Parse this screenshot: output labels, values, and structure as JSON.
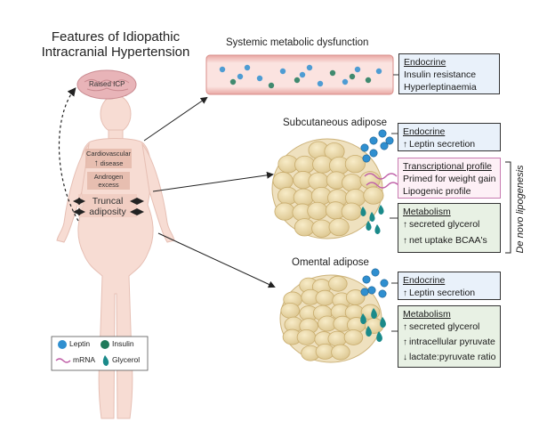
{
  "title_line1": "Features of Idiopathic",
  "title_line2": "Intracranial Hypertension",
  "body_labels": {
    "raised_icp": "Raised ICP",
    "cardiovascular_line1": "Cardiovascular",
    "cardiovascular_line2": "disease",
    "androgen_line1": "Androgen",
    "androgen_line2": "excess",
    "truncal_line1": "Truncal",
    "truncal_line2": "adiposity"
  },
  "systemic": {
    "heading": "Systemic metabolic dysfunction",
    "box_title": "Endocrine",
    "lines": [
      "Insulin resistance",
      "Hyperleptinaemia"
    ]
  },
  "subcutaneous": {
    "heading": "Subcutaneous adipose",
    "endocrine_title": "Endocrine",
    "endocrine_line": "Leptin secretion",
    "transcriptional_title": "Transcriptional profile",
    "transcriptional_lines": [
      "Primed for weight gain",
      "Lipogenic profile"
    ],
    "metabolism_title": "Metabolism",
    "metabolism_lines": [
      "secreted glycerol",
      "net uptake BCAA's"
    ]
  },
  "lipogenesis_label": "De novo lipogenesis",
  "omental": {
    "heading": "Omental adipose",
    "endocrine_title": "Endocrine",
    "endocrine_line": "Leptin secretion",
    "metabolism_title": "Metabolism",
    "metabolism_lines": [
      "secreted glycerol",
      "intracellular pyruvate",
      "lactate:pyruvate ratio"
    ]
  },
  "legend": {
    "leptin": "Leptin",
    "insulin": "Insulin",
    "mrna": "mRNA",
    "glycerol": "Glycerol"
  },
  "colors": {
    "leptin": "#2f8fd0",
    "insulin": "#1f7a5a",
    "glycerol": "#1a8a8a",
    "mrna": "#c060a8",
    "vessel": "#f3c9c6",
    "skin": "#f7dcd3",
    "fat": "#ecdcb0"
  }
}
